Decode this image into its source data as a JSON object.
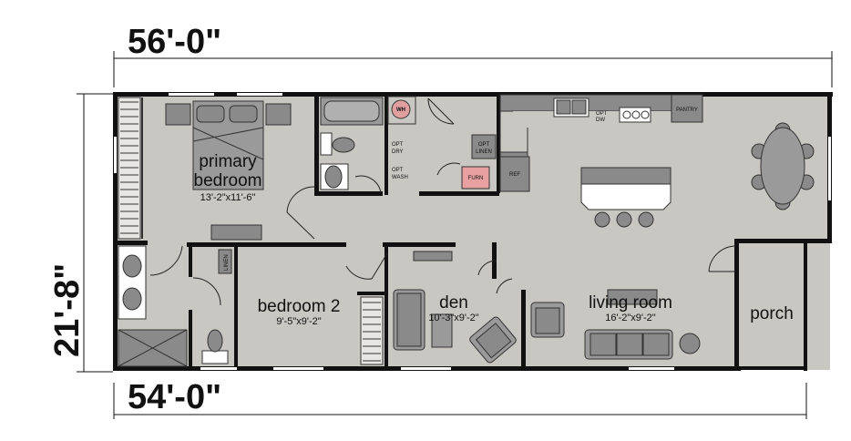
{
  "dimensions": {
    "top_width": "56'-0\"",
    "bottom_width": "54'-0\"",
    "side_depth": "21'-8\""
  },
  "rooms": {
    "primary_bedroom": {
      "name_line1": "primary",
      "name_line2": "bedroom",
      "size": "13'-2\"x11'-6\""
    },
    "bedroom2": {
      "name": "bedroom 2",
      "size": "9'-5\"x9'-2\""
    },
    "den": {
      "name": "den",
      "size": "10'-3\"x9'-2\""
    },
    "living_room": {
      "name": "living room",
      "size": "16'-2\"x9'-2\""
    },
    "porch": {
      "name": "porch"
    }
  },
  "labels": {
    "wh": "WH",
    "opt_dry_1": "OPT",
    "opt_dry_2": "DRY",
    "opt_wash_1": "OPT",
    "opt_wash_2": "WASH",
    "opt_linen_1": "OPT",
    "opt_linen_2": "LINEN",
    "furn": "FURN",
    "ref": "REF",
    "opt_dw_1": "OPT",
    "opt_dw_2": "DW",
    "pantry": "PANTRY",
    "linen": "LINEN"
  },
  "colors": {
    "floor": "#c9c7c2",
    "wall": "#111111",
    "furniture": "#8a8a8a",
    "water_heater": "#e0a0a0",
    "furnace": "#e8a0a0"
  }
}
